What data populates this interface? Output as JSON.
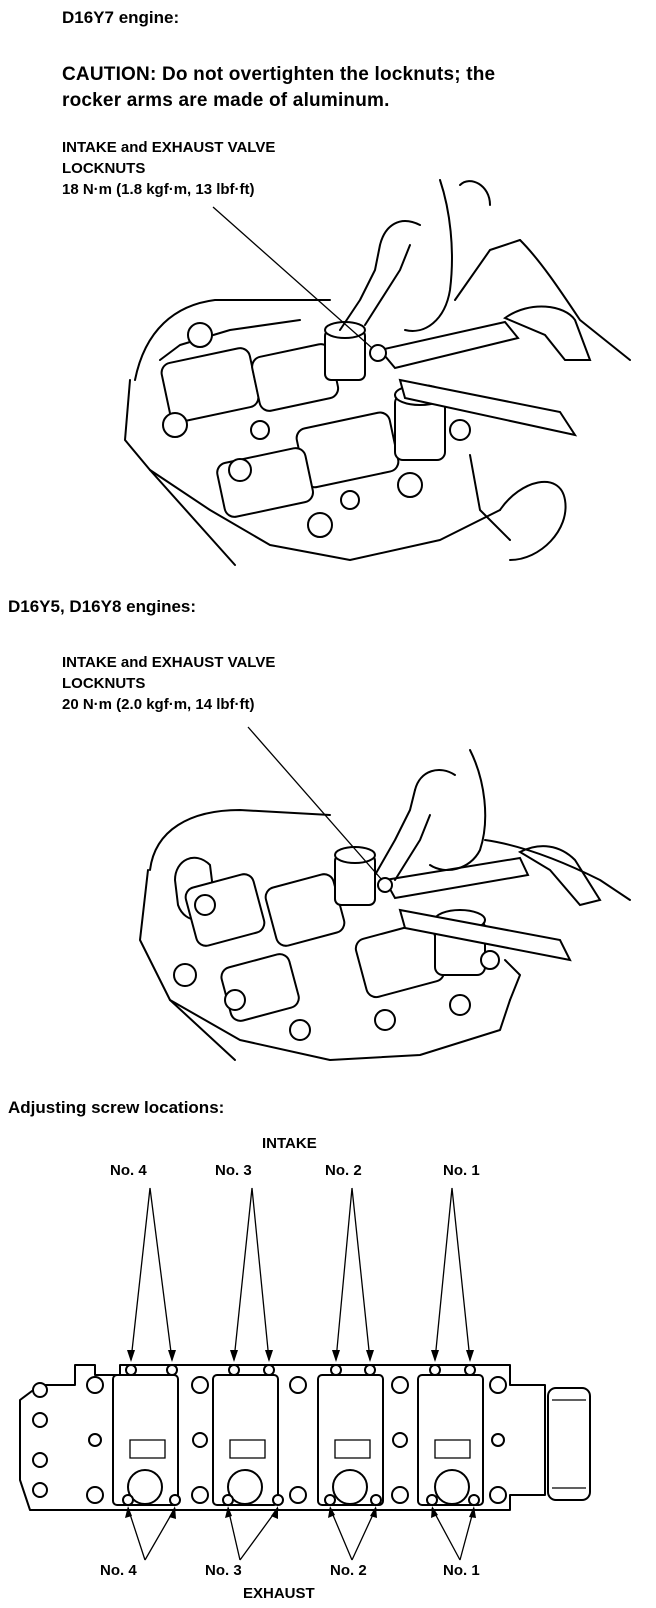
{
  "section1": {
    "heading": "D16Y7 engine:",
    "caution_line1": "CAUTION: Do not overtighten the locknuts; the",
    "caution_line2": "rocker arms are made of aluminum.",
    "callout_line1": "INTAKE and EXHAUST VALVE",
    "callout_line2": "LOCKNUTS",
    "callout_line3": "18 N·m (1.8 kgf·m, 13 lbf·ft)"
  },
  "section2": {
    "heading": "D16Y5, D16Y8 engines:",
    "callout_line1": "INTAKE and EXHAUST VALVE",
    "callout_line2": "LOCKNUTS",
    "callout_line3": "20 N·m (2.0 kgf·m, 14 lbf·ft)"
  },
  "section3": {
    "heading": "Adjusting screw locations:",
    "intake_label": "INTAKE",
    "exhaust_label": "EXHAUST",
    "intake_numbers": [
      "No. 4",
      "No. 3",
      "No. 2",
      "No. 1"
    ],
    "exhaust_numbers": [
      "No. 4",
      "No. 3",
      "No. 2",
      "No. 1"
    ]
  }
}
